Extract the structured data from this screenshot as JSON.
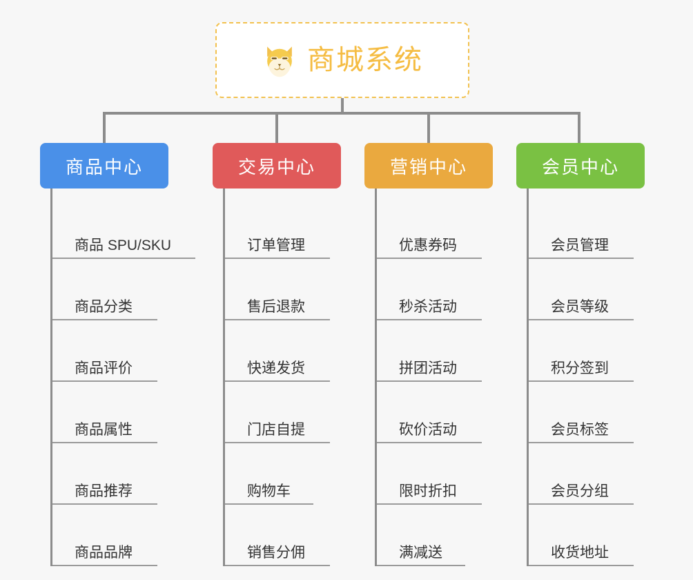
{
  "root": {
    "title": "商城系统",
    "logo_icon": "shiba-dog-face-icon",
    "border_color": "#f2c14e",
    "title_color": "#f5bc42"
  },
  "canvas": {
    "background_color": "#f7f7f7",
    "connector_color": "#8c8c8c"
  },
  "columns": [
    {
      "title": "商品中心",
      "color": "#4a90e8",
      "items": [
        "商品 SPU/SKU",
        "商品分类",
        "商品评价",
        "商品属性",
        "商品推荐",
        "商品品牌"
      ]
    },
    {
      "title": "交易中心",
      "color": "#e05a5a",
      "items": [
        "订单管理",
        "售后退款",
        "快递发货",
        "门店自提",
        "购物车",
        "销售分佣"
      ]
    },
    {
      "title": "营销中心",
      "color": "#eaa93f",
      "items": [
        "优惠券码",
        "秒杀活动",
        "拼团活动",
        "砍价活动",
        "限时折扣",
        "满减送"
      ]
    },
    {
      "title": "会员中心",
      "color": "#7ac143",
      "items": [
        "会员管理",
        "会员等级",
        "积分签到",
        "会员标签",
        "会员分组",
        "收货地址"
      ]
    }
  ]
}
